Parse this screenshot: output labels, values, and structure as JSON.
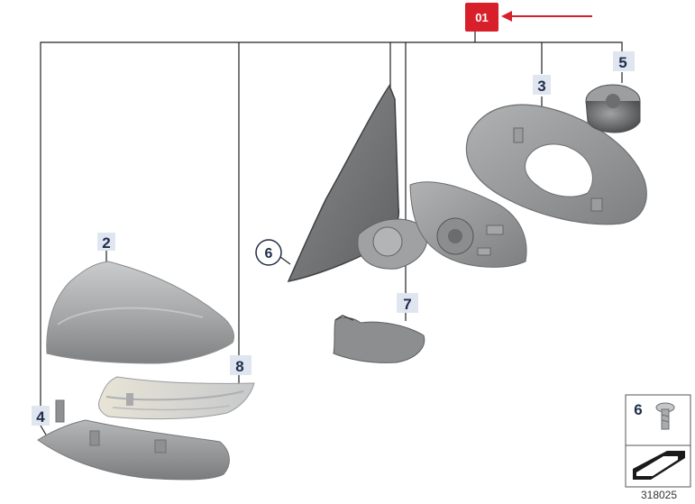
{
  "callout": {
    "label": "01",
    "color": "#d8202a"
  },
  "parts": {
    "p2": "2",
    "p3": "3",
    "p4": "4",
    "p5": "5",
    "p6": "6",
    "p7": "7",
    "p8": "8"
  },
  "legend": {
    "part_number": "6"
  },
  "diagram_id": "318025",
  "colors": {
    "label_bg": "#dfe6f0",
    "part_grey": "#8d8f91",
    "arrow": "#d8202a"
  }
}
